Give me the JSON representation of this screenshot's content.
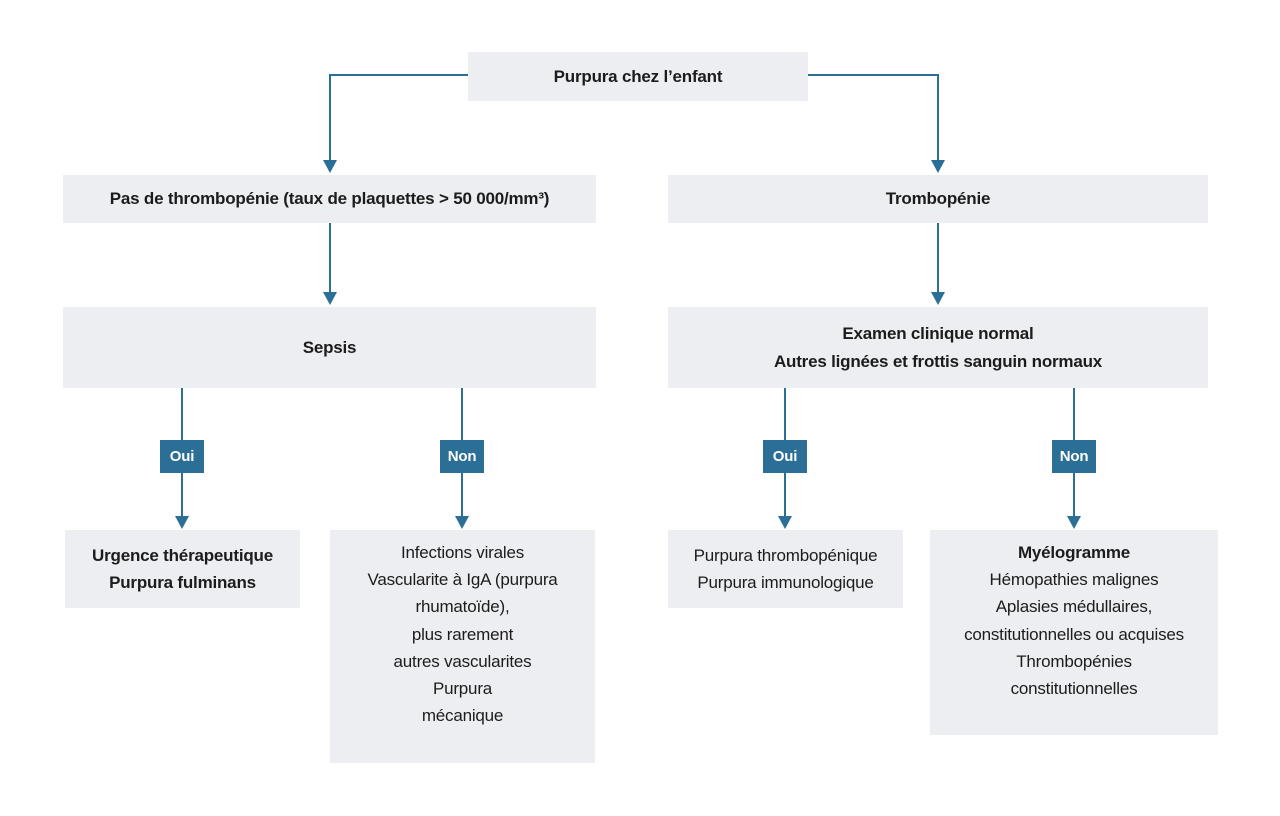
{
  "theme": {
    "accent": "#2b6e96",
    "node_fill": "#edeef2",
    "text": "#1c1c1c",
    "badge_text": "#ffffff"
  },
  "flowchart": {
    "root": {
      "label": "Purpura chez l’enfant"
    },
    "branch_no_thrombopenia": {
      "node": "Pas de thrombopénie (taux de plaquettes > 50 000/mm³)",
      "decision": "Sepsis",
      "yes_label": "Oui",
      "no_label": "Non",
      "yes_outcome": "Urgence thérapeutique\nPurpura fulminans",
      "no_outcome": "Infections virales\nVascularite à IgA (purpura\nrhumatoïde),\nplus rarement\nautres vascularites\nPurpura\nmécanique"
    },
    "branch_thrombopenia": {
      "node": "Trombopénie",
      "decision": "Examen clinique normal\nAutres lignées et frottis sanguin normaux",
      "yes_label": "Oui",
      "no_label": "Non",
      "yes_outcome": "Purpura thrombopénique\nPurpura immunologique",
      "no_outcome_title": "Myélogramme",
      "no_outcome_body": "Hémopathies malignes\nAplasies médullaires,\nconstitutionnelles ou acquises\nThrombopénies\nconstitutionnelles"
    }
  }
}
